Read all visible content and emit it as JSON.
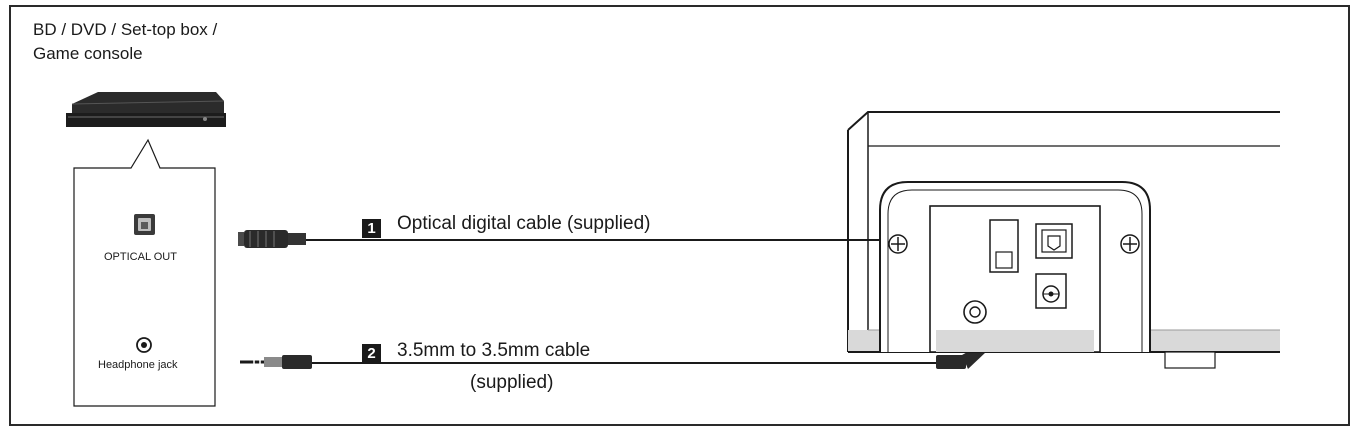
{
  "source_device": {
    "title_line1": "BD / DVD / Set-top box /",
    "title_line2": "Game console"
  },
  "ports": {
    "optical_out": "OPTICAL OUT",
    "headphone_jack": "Headphone jack"
  },
  "cables": [
    {
      "number": "1",
      "label": "Optical digital cable (supplied)"
    },
    {
      "number": "2",
      "label": "3.5mm to 3.5mm cable",
      "label_line2": "(supplied)"
    }
  ],
  "colors": {
    "line": "#1a1a1a",
    "device_dark": "#2b2b2b",
    "panel_gray": "#d9d9d9"
  }
}
